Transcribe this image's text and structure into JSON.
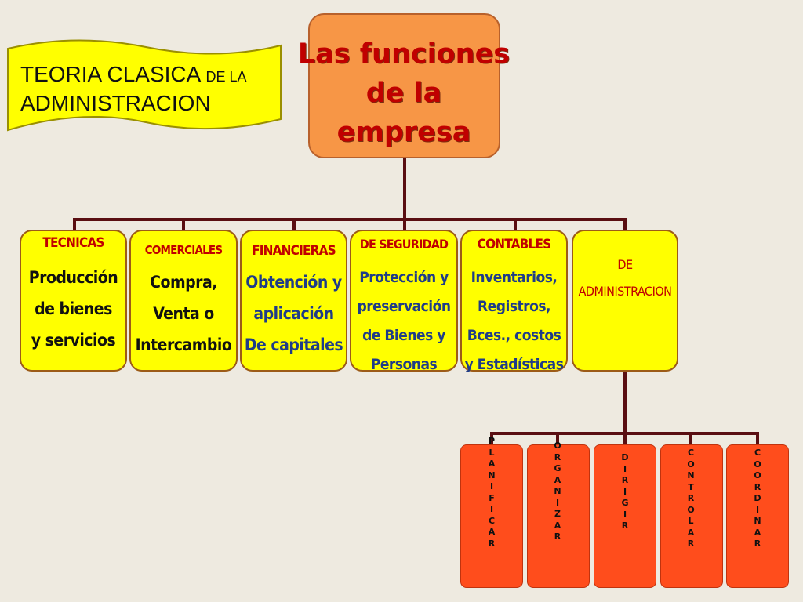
{
  "banner": {
    "line1": "TEORIA CLASICA",
    "line1_small": "DE LA",
    "line2": "ADMINISTRACION"
  },
  "title": {
    "lines": [
      "Las funciones",
      "de la",
      "empresa"
    ]
  },
  "functions": [
    {
      "header": "TECNICAS",
      "lines": [
        "Producción",
        "de bienes",
        "y servicios"
      ]
    },
    {
      "header": "COMERCIALES",
      "lines": [
        "Compra,",
        "Venta o",
        "Intercambio"
      ]
    },
    {
      "header": "FINANCIERAS",
      "lines": [
        "Obtención y",
        "aplicación",
        "De capitales"
      ]
    },
    {
      "header": "DE SEGURIDAD",
      "lines": [
        "Protección y",
        "preservación",
        "de Bienes y",
        "Personas"
      ]
    },
    {
      "header": "CONTABLES",
      "lines": [
        "Inventarios,",
        "Registros,",
        "Bces., costos",
        "y Estadísticas"
      ]
    },
    {
      "header": "",
      "lines": [
        "DE",
        "ADMINISTRACION"
      ]
    }
  ],
  "admin_functions": [
    "PLANIFICAR",
    "ORGANIZAR",
    "DIRIGIR",
    "CONTROLAR",
    "COORDINAR"
  ],
  "colors": {
    "background": "#EEEAE0",
    "banner": "#FFFF00",
    "title_box": "#F79646",
    "title_text": "#C00000",
    "function_box": "#FFFF00",
    "header_text": "#C00000",
    "admin_box": "#FF4D1C",
    "connector": "#5A0F12"
  }
}
